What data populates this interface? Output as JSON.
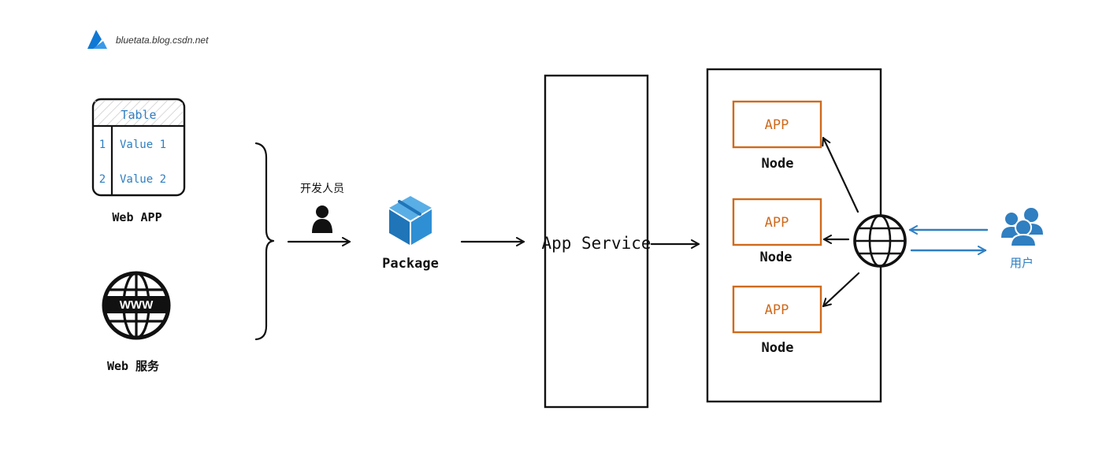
{
  "watermark": {
    "text": "bluetata.blog.csdn.net",
    "icon": "azure-logo-icon"
  },
  "web_app": {
    "table_header": "Table",
    "rows": [
      {
        "index": "1",
        "value": "Value 1"
      },
      {
        "index": "2",
        "value": "Value 2"
      }
    ],
    "label": "Web APP"
  },
  "web_service": {
    "badge": "WWW",
    "label": "Web 服务"
  },
  "developer": {
    "label": "开发人员",
    "icon": "person-icon"
  },
  "package": {
    "label": "Package",
    "icon": "package-box-icon"
  },
  "app_service": {
    "label": "App Service"
  },
  "nodes": [
    {
      "app_label": "APP",
      "node_label": "Node"
    },
    {
      "app_label": "APP",
      "node_label": "Node"
    },
    {
      "app_label": "APP",
      "node_label": "Node"
    }
  ],
  "users": {
    "label": "用户",
    "icon": "users-group-icon"
  },
  "colors": {
    "accent_blue": "#2f7fc1",
    "app_orange": "#cf6a1b",
    "ink": "#111111",
    "azure": "#0f78d4"
  }
}
